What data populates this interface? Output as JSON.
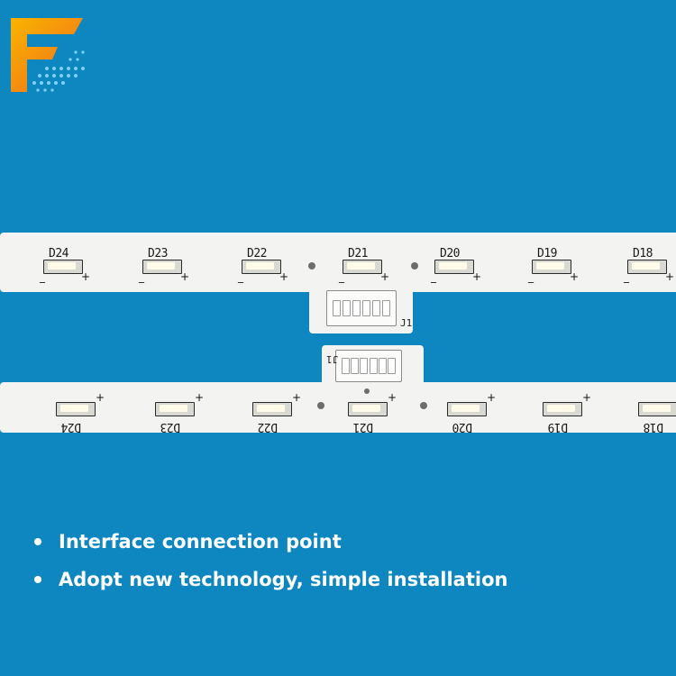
{
  "colors": {
    "background": "#0e86c0",
    "logo_orange": "#f26b1d",
    "logo_yellow": "#f8b400",
    "logo_dots": "#7fd3ff",
    "strip": "#f3f3f1",
    "text": "#ffffff"
  },
  "logo": {
    "icon": "f-letter-logo"
  },
  "strip_top": {
    "leds": [
      "D24",
      "D23",
      "D22",
      "D21",
      "D20",
      "D19",
      "D18"
    ],
    "connector_label": "J1"
  },
  "strip_bottom": {
    "leds": [
      "D24",
      "D23",
      "D22",
      "D21",
      "D20",
      "D19",
      "D18"
    ],
    "connector_label": "J1"
  },
  "features": [
    {
      "text": "Interface connection point"
    },
    {
      "text": "Adopt new technology, simple installation"
    }
  ]
}
